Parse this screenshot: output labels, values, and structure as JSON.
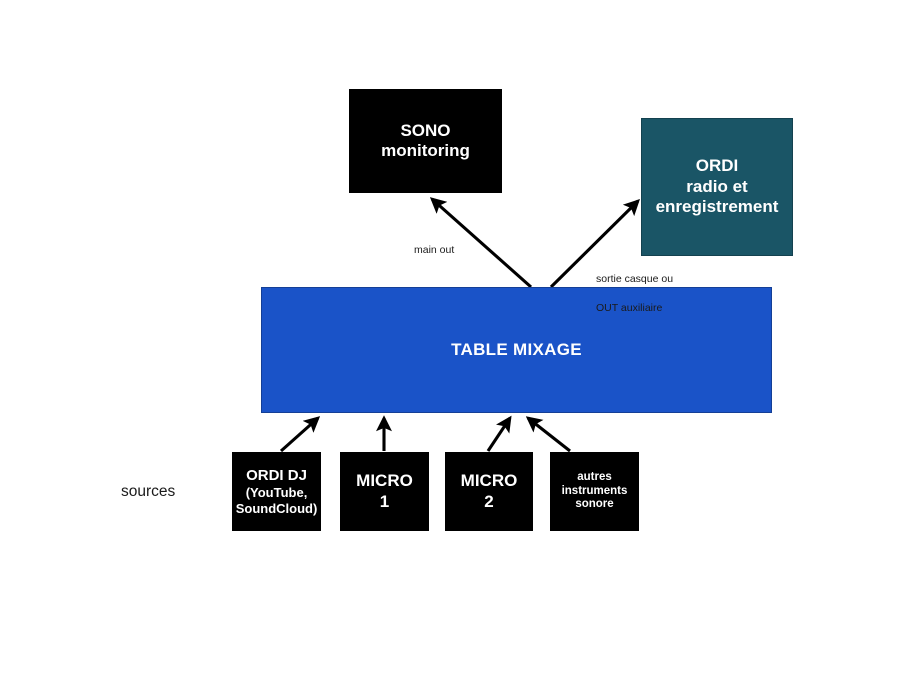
{
  "diagram": {
    "title_text": "",
    "background_color": "#ffffff",
    "colors": {
      "black_box": "#000000",
      "teal_box": "#1a5566",
      "blue_box": "#1a53c8",
      "arrow": "#000000",
      "text_on_box": "#ffffff",
      "label_text": "#1a1a1a"
    },
    "nodes": {
      "sono": {
        "line_1": "SONO",
        "line_2": "monitoring"
      },
      "ordi_radio": {
        "line_1": "ORDI",
        "line_2": "radio et",
        "line_3": "enregistrement"
      },
      "table_mixage": {
        "label": "TABLE MIXAGE"
      },
      "ordi_dj": {
        "line_1": "ORDI DJ",
        "line_2": "(YouTube,",
        "line_3": "SoundCloud)"
      },
      "micro_1": {
        "line_1": "MICRO",
        "line_2": "1"
      },
      "micro_2": {
        "line_1": "MICRO",
        "line_2": "2"
      },
      "autres": {
        "line_1": "autres",
        "line_2": "instruments",
        "line_3": "sonore"
      }
    },
    "labels": {
      "main_out": "main out",
      "sortie_casque_line_1": "sortie casque ou",
      "sortie_casque_line_2": "OUT auxiliaire",
      "sources": "sources"
    }
  }
}
